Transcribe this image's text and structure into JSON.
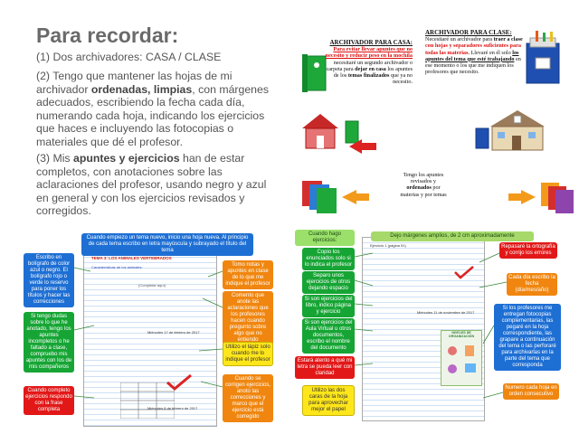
{
  "title": "Para recordar:",
  "points": [
    {
      "pre": "(1) Dos archivadores: CASA / CLASE"
    },
    {
      "pre": "(2) Tengo que mantener las hojas de mi archivador ",
      "b1": "ordenadas, limpias",
      "post": ", con márgenes adecuados,  escribiendo la fecha cada día, numerando cada hoja, indicando los ejercicios que haces e incluyendo las fotocopias o materiales que dé el profesor."
    },
    {
      "pre": "(3) Mis ",
      "b1": "apuntes y ejercicios",
      "post": " han de estar completos, con anotaciones sobre las aclaraciones del profesor, usando negro y azul en general y con los ejercicios revisados y corregidos."
    }
  ],
  "casa": {
    "heading": "ARCHIVADOR PARA CASA:",
    "red": "Para evitar llevar apuntes que no necesito y reducir peso en la mochila",
    "text1": " necesitaré un segundo archivador o carpeta para ",
    "bold1": "dejar en casa",
    "text2": " los apuntes de los ",
    "bold2": "temas finalizados",
    "text3": " que ya no necesito."
  },
  "clase": {
    "heading": "ARCHIVADOR PARA CLASE:",
    "text1": " Necesitaré un archivador para ",
    "bold1": "traer a clase",
    "red": " con hojas y separadores suficientes para todas las materias.",
    "text2": " Llevaré en él solo ",
    "bold2": "los apuntes del tema que esté trabajando",
    "text3": " en ese momento o los que me indiquen los profesores que necesito."
  },
  "sort_caption": {
    "l1": "Tengo los apuntes",
    "l2": "revisados y",
    "l3b": "ordenados",
    "l3": " por",
    "l4": "materias y por temas"
  },
  "left_sheet": {
    "header": "Cuando empiezo un tema nuevo, inicio una hoja nueva. Al principio de cada tema escribo en letra mayúscula y subrayado el título del tema",
    "tag_blue": "Escribo en bolígrafo de color azul o negro. El bolígrafo rojo o verde lo reservo para poner los títulos y hacer las correcciones",
    "tag_green": "Si tengo dudas sobre lo que he anotado, tengo los apuntes incompletos o he faltado a clase, compruebo mis apuntes con los de mis compañeros",
    "tag_red": "Cuando completo ejercicios respondo con la frase completa",
    "tag_orange1": "Tomo notas y apuntes en clase de lo que me indique el profesor",
    "tag_orange2": "Comento que anote las aclaraciones que los profesores hacen cuando pregunto sobre algo que no entiendo",
    "tag_yellow": "Utilizo el lápiz solo cuando me lo indique el profesor",
    "tag_orange3": "Cuando se corrigen ejercicios, anoto las correcciones y marco que el ejercicio está corregido",
    "nb_title": "TEMA 3: LOS ANIMALES VERTEBRADOS",
    "nb_sub": "Características de los animales",
    "nb_note": "(Completar aquí)",
    "nb_date1": "Miércoles 17 de febrero de 2017",
    "nb_date2": "Miércoles 8 de febrero de 2017"
  },
  "right_sheet": {
    "header": "Dejo márgenes amplios, de 2 cm aproximadamente",
    "tag_ltgreen": "Cuando hago ejercicios:",
    "tag_g1": "Copio los enunciados solo si lo indica el profesor",
    "tag_g2": "Separo unos ejercicios de otros dejando espacio",
    "tag_g3": "Si son ejercicios del libro, indico página y ejercicio",
    "tag_g4": "Si son ejercicios del Aula Virtual u otros documentos, escribo el nombre del documento",
    "tag_red1": "Estará atento a qué mi letra se pueda leer con claridad",
    "tag_yellow": "Utilizo las dos caras de la hoja para aprovechar mejor el papel",
    "tag_red2": "Repasaré la ortografía y corrijo los errores",
    "tag_orange1": "Cada día escribo la fecha (día/mes/año)",
    "tag_blue": "Si los profesores me entregan fotocopias complementarias, las pegaré en la hoja correspondiente, las grapare a continuación del tema o las perforaré para archivarlas en la parte del tema que corresponda",
    "tag_orange2": "Numero cada hoja en orden consecutivo",
    "nb_eq": "Ejercicio 1 (página 51)",
    "nb_levels": "NIVELES DE ORGANIZACIÓN",
    "nb_date": "Miércoles 11 de noviembre de 2017"
  },
  "colors": {
    "binder_green": "#1ea83a",
    "binder_blue": "#1f4fb0",
    "arrow_red": "#d22",
    "arrow_orange": "#f39a1a",
    "house_red": "#c62828"
  }
}
